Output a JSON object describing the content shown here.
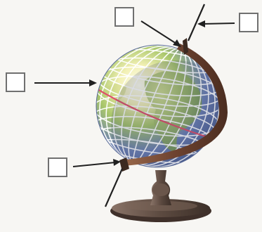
{
  "figure": {
    "subject": "globe",
    "label_boxes": [
      {
        "name": "label-box-top-left",
        "value": ""
      },
      {
        "name": "label-box-top-right",
        "value": ""
      },
      {
        "name": "label-box-middle-left",
        "value": ""
      },
      {
        "name": "label-box-bottom-left",
        "value": ""
      }
    ],
    "colors": {
      "arrow": "#202020",
      "grid": "#ffffff",
      "equator": "#e0506a",
      "meridian_arc": "#7a4e36",
      "stand": "#5c4a40",
      "ocean": "#6d81b4",
      "land": "#8fae56",
      "background": "#f7f6f3"
    }
  }
}
